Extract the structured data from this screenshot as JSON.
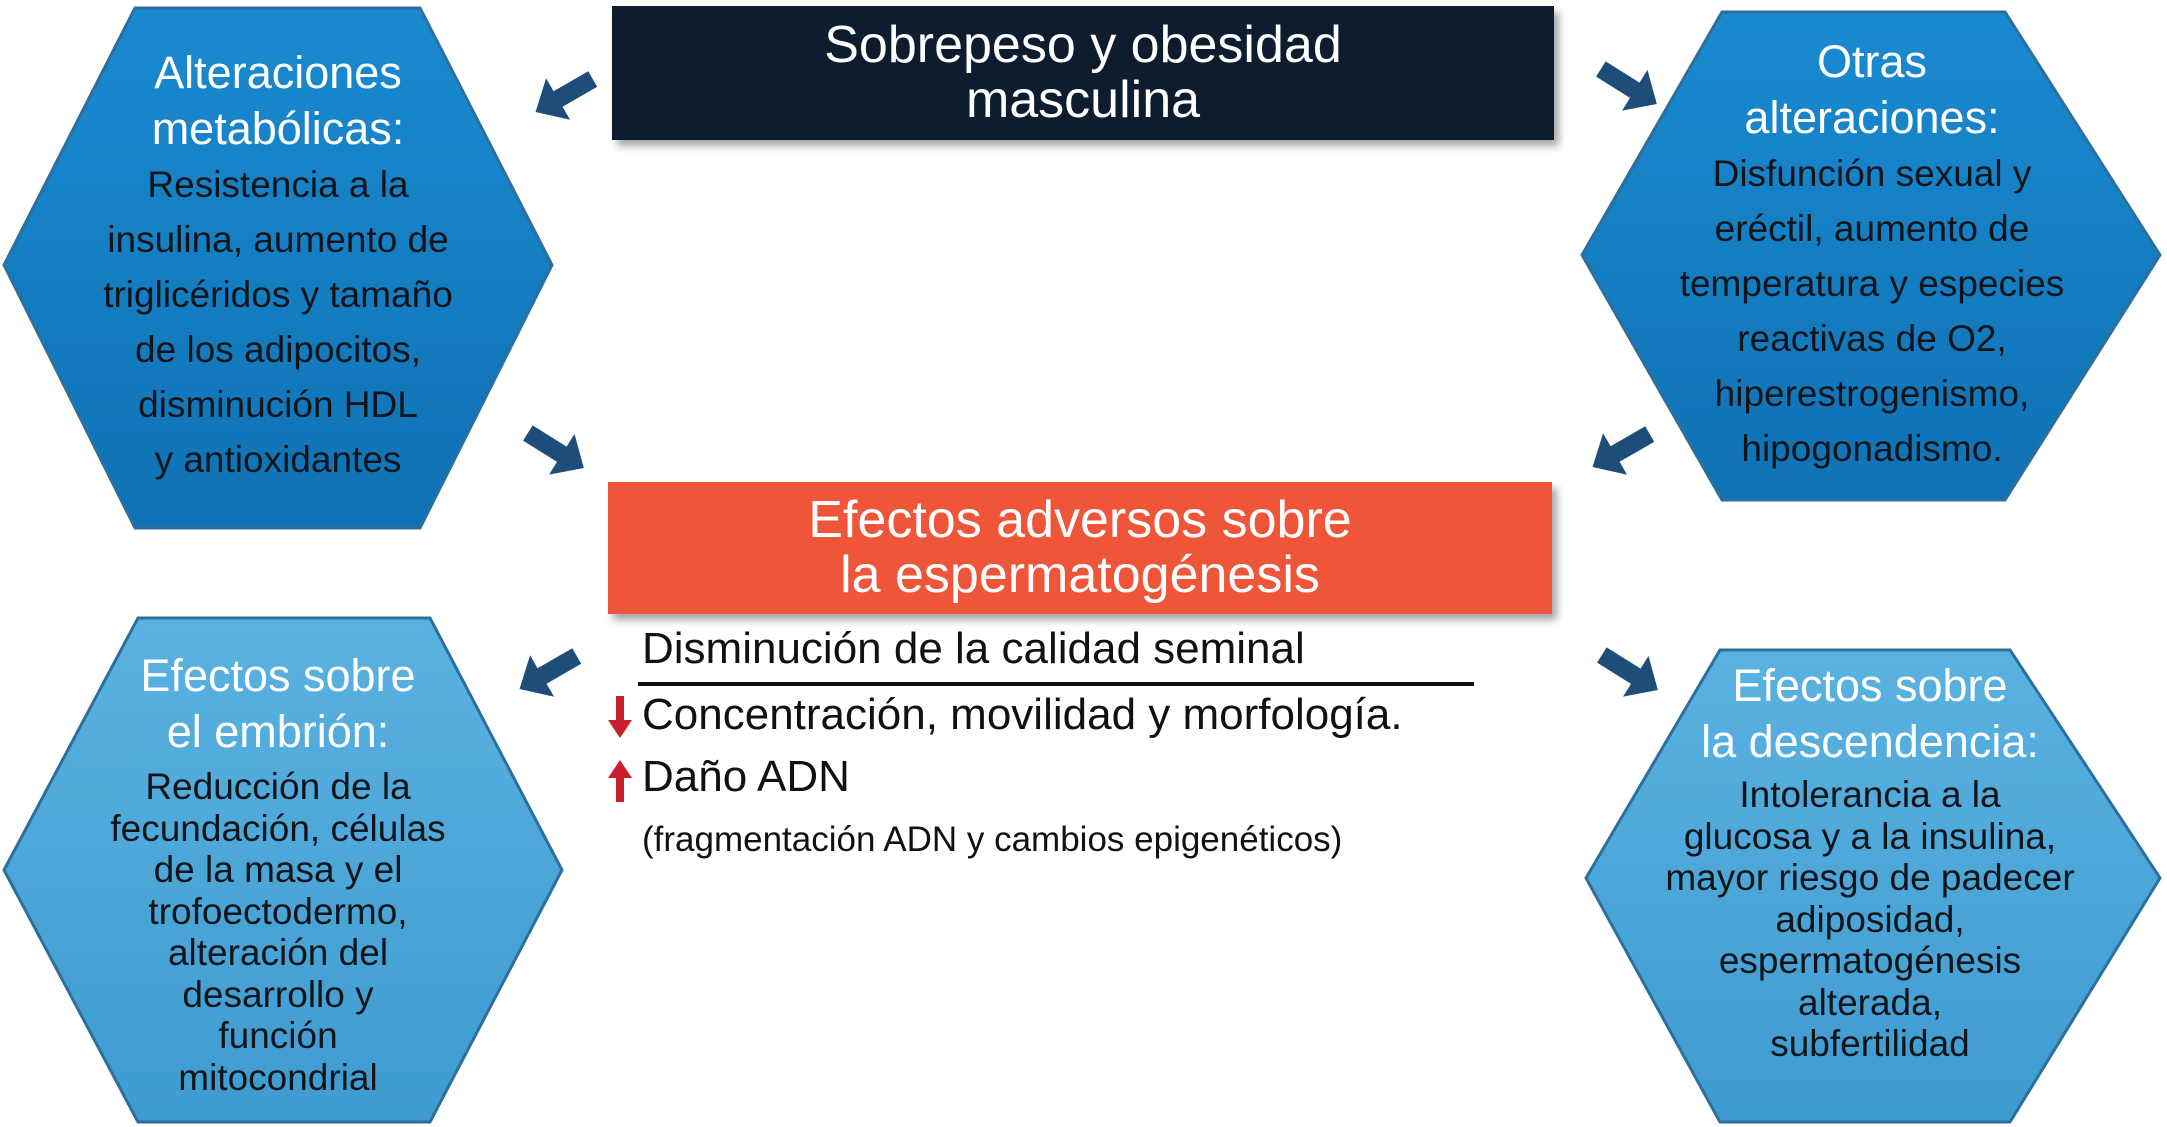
{
  "colors": {
    "hex_dark_blue": "#1580c4",
    "hex_light_blue": "#4aa6d8",
    "hex_outline": "#2c6f9e",
    "title_box": "#0d1a2e",
    "effects_box": "#ef5539",
    "arrow": "#1d4d78",
    "down_arrow": "#c8202a",
    "up_arrow": "#c8202a"
  },
  "title_box": {
    "text": "Sobrepeso y obesidad\nmasculina"
  },
  "effects_box": {
    "text": "Efectos adversos sobre\nla espermatogénesis"
  },
  "hex_metabolic": {
    "title": "Alteraciones\nmetabólicas:",
    "body": "Resistencia a la\ninsulina, aumento de\ntriglicéridos y tamaño\nde los adipocitos,\ndisminución HDL\ny antioxidantes"
  },
  "hex_other": {
    "title": "Otras\nalteraciones:",
    "body": "Disfunción sexual y\neréctil, aumento de\ntemperatura y especies\nreactivas de O2,\nhiperestrogenismo,\nhipogonadismo."
  },
  "hex_embryo": {
    "title": "Efectos sobre\nel embrión:",
    "body": "Reducción de la\nfecundación, células\nde la masa y el\ntrofoectodermo,\nalteración del\ndesarrollo y\nfunción\nmitocondrial"
  },
  "hex_offspring": {
    "title": "Efectos sobre\nla descendencia:",
    "body": "Intolerancia a la\nglucosa y a la insulina,\nmayor riesgo de padecer\nadiposidad,\nespermatogénesis\nalterada,\nsubfertilidad"
  },
  "center_list": {
    "heading": "Disminución de la calidad seminal",
    "decrease": "Concentración, movilidad y morfología.",
    "increase": "Daño ADN",
    "note": "(fragmentación ADN y cambios epigenéticos)"
  }
}
